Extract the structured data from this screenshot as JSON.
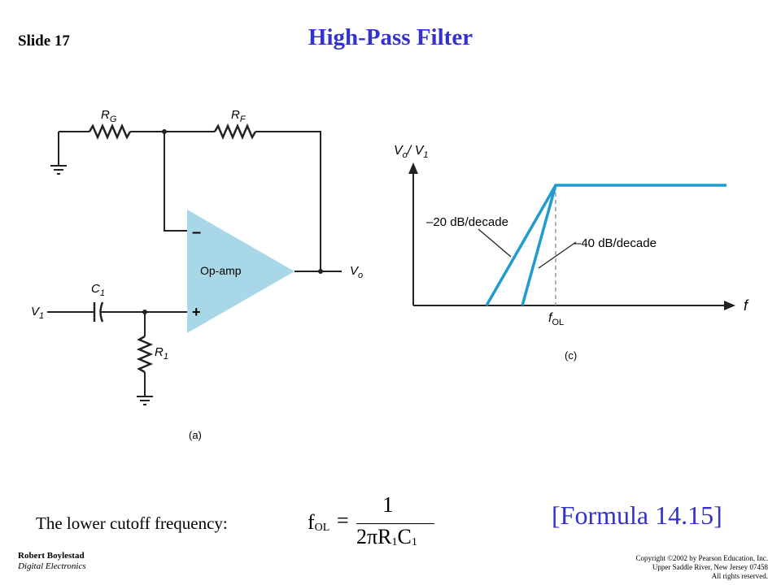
{
  "slide": {
    "number_label": "Slide 17",
    "title": "High-Pass Filter"
  },
  "circuit": {
    "labels": {
      "rg": "R",
      "rg_sub": "G",
      "rf": "R",
      "rf_sub": "F",
      "c1": "C",
      "c1_sub": "1",
      "r1": "R",
      "r1_sub": "1",
      "v1": "V",
      "v1_sub": "1",
      "vo": "V",
      "vo_sub": "o",
      "minus": "–",
      "plus": "+",
      "opamp": "Op-amp",
      "caption": "(a)"
    },
    "opamp_color": "#a8d8e8"
  },
  "response": {
    "y_axis_label": "V",
    "y_axis_sub": "o",
    "y_axis_rest": "/ V",
    "y_axis_sub2": "1",
    "x_axis_label": "f",
    "fol_label": "f",
    "fol_sub": "OL",
    "slope1": "–20 dB/decade",
    "slope2": "–40 dB/decade",
    "caption": "(c)",
    "curve_color": "#1f9bcf"
  },
  "formula": {
    "lhs": "f",
    "lhs_sub": "OL",
    "eq": "=",
    "numerator": "1",
    "den_2pi": "2πR",
    "den_r_sub": "1",
    "den_c": "C",
    "den_c_sub": "1",
    "reference": "[Formula 14.15]"
  },
  "cutoff_text": "The lower cutoff frequency:",
  "footer": {
    "author": "Robert Boylestad",
    "book": "Digital Electronics",
    "copyright": [
      "Copyright ©2002 by Pearson Education, Inc.",
      "Upper Saddle River, New Jersey 07458",
      "All rights reserved."
    ]
  }
}
